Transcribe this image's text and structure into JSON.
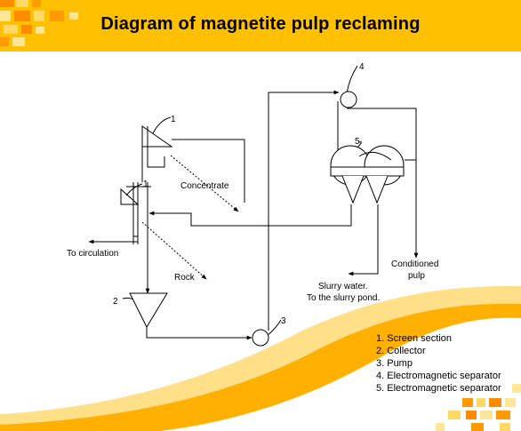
{
  "title": "Diagram of magnetite pulp reclaming",
  "colors": {
    "banner": "#ffc000",
    "swoosh_dark": "#ffb000",
    "swoosh_light": "#ffe089",
    "tile_dark": "#ff8c00",
    "tile_light": "#ffd966"
  },
  "labels": {
    "num1_top": "1",
    "num1_mid": "1",
    "num2": "2",
    "num3": "3",
    "num4": "4",
    "num5": "5",
    "concentrate": "Concentrate",
    "rock": "Rock",
    "circulation": "To circulation",
    "slurry_line1": "Slurry water.",
    "slurry_line2": "To the slurry pond.",
    "conditioned_line1": "Conditioned",
    "conditioned_line2": "pulp"
  },
  "legend": [
    "1. Screen section",
    "2. Collector",
    "3. Pump",
    "4. Electromagnetic separator",
    "5. Electromagnetic separator"
  ]
}
